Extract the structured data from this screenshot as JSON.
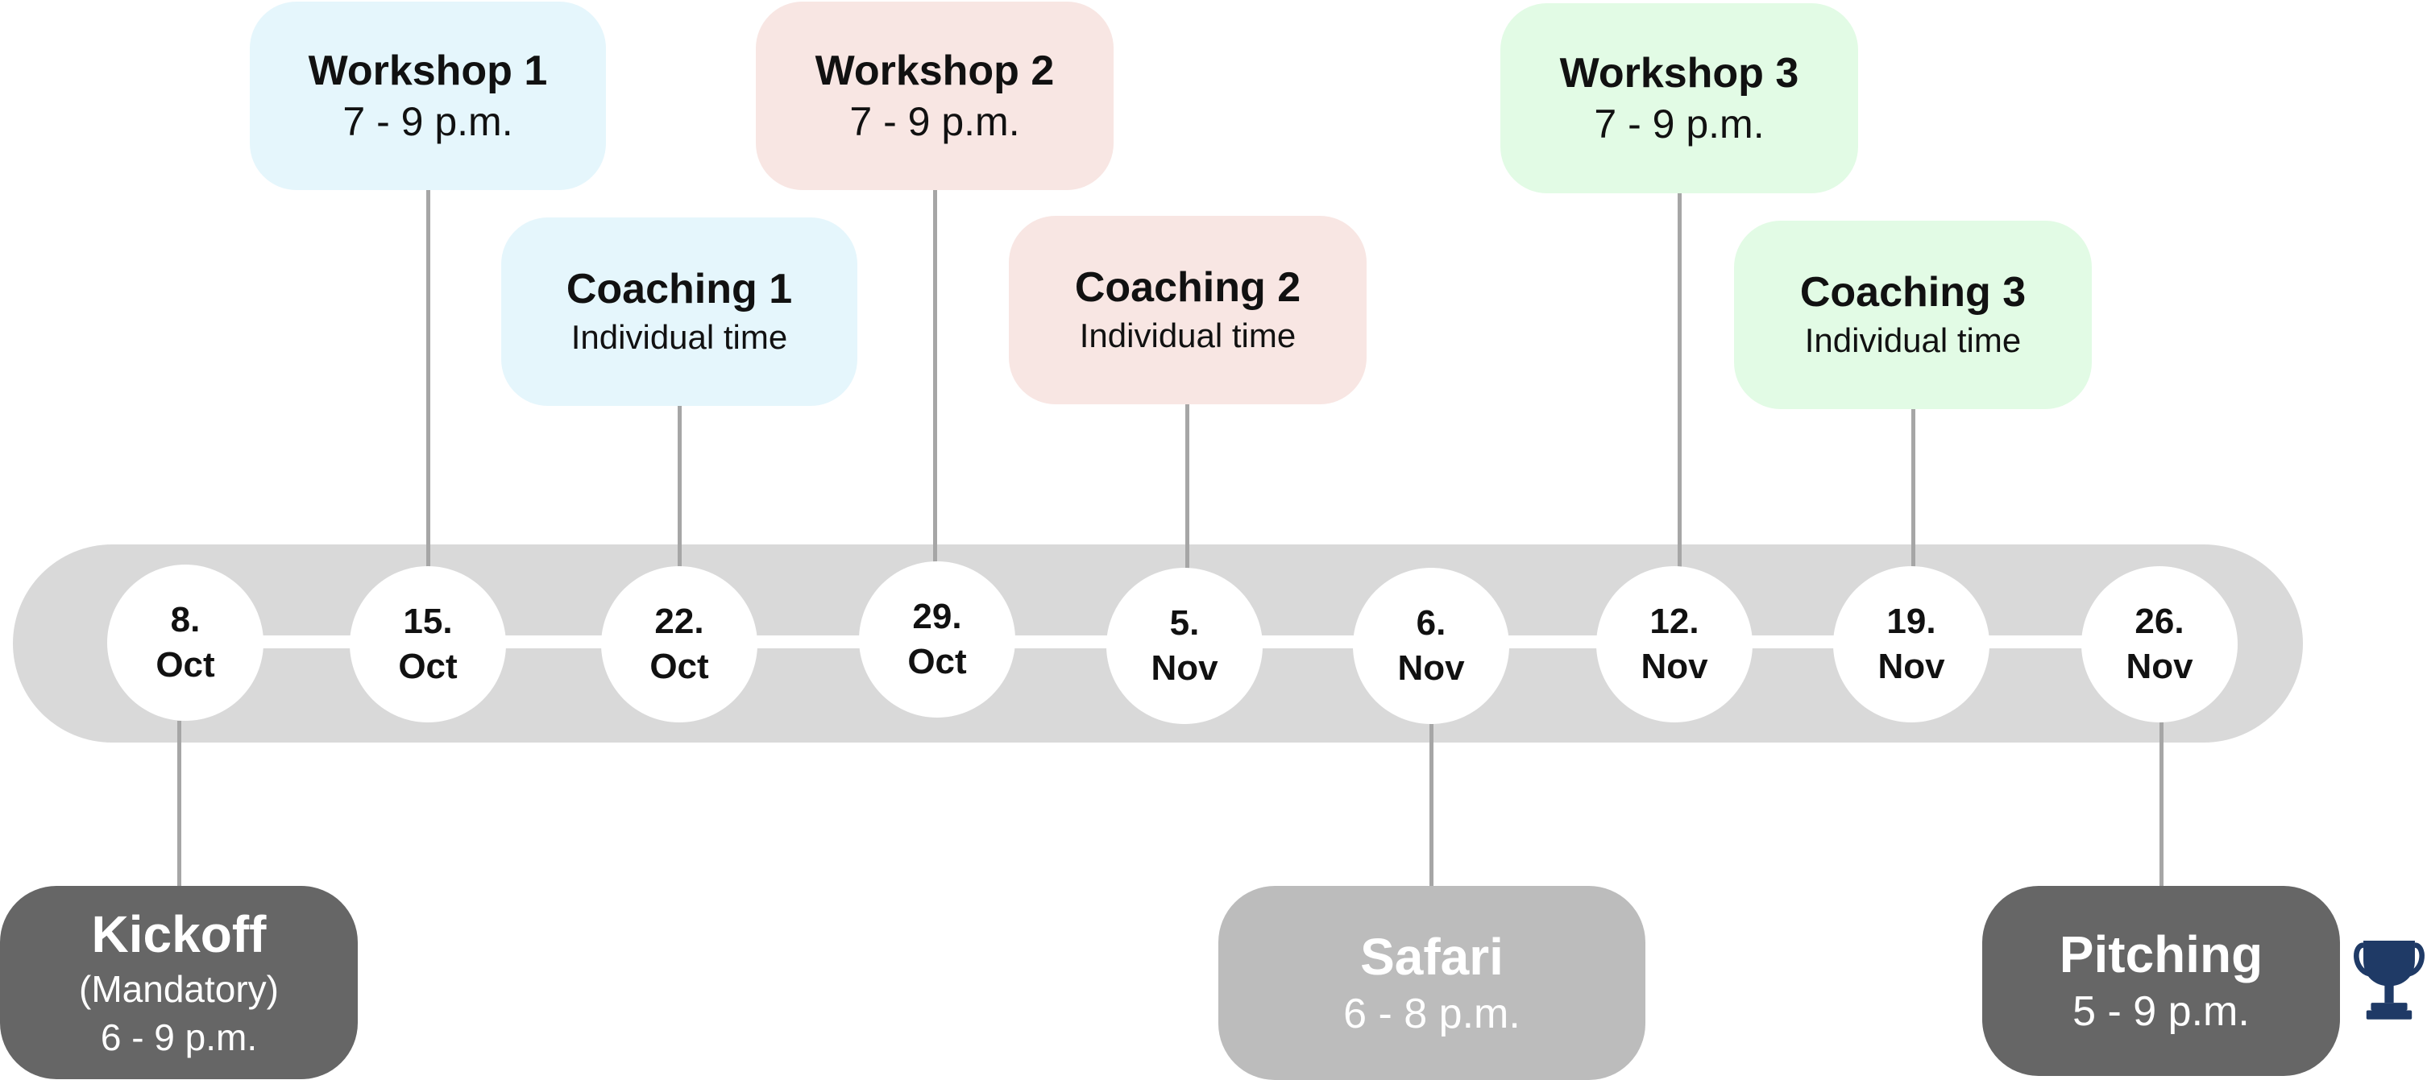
{
  "dates": [
    {
      "day": "8.",
      "month": "Oct"
    },
    {
      "day": "15.",
      "month": "Oct"
    },
    {
      "day": "22.",
      "month": "Oct"
    },
    {
      "day": "29.",
      "month": "Oct"
    },
    {
      "day": "5.",
      "month": "Nov"
    },
    {
      "day": "6.",
      "month": "Nov"
    },
    {
      "day": "12.",
      "month": "Nov"
    },
    {
      "day": "19.",
      "month": "Nov"
    },
    {
      "day": "26.",
      "month": "Nov"
    }
  ],
  "events": {
    "workshop_1": {
      "title": "Workshop 1",
      "subtitle": "7 - 9 p.m."
    },
    "coaching_1": {
      "title": "Coaching 1",
      "subtitle": "Individual time"
    },
    "workshop_2": {
      "title": "Workshop 2",
      "subtitle": "7 - 9 p.m."
    },
    "coaching_2": {
      "title": "Coaching 2",
      "subtitle": "Individual time"
    },
    "workshop_3": {
      "title": "Workshop 3",
      "subtitle": "7 - 9 p.m."
    },
    "coaching_3": {
      "title": "Coaching 3",
      "subtitle": "Individual time"
    },
    "kickoff": {
      "title": "Kickoff",
      "note": "(Mandatory)",
      "subtitle": "6 - 9 p.m."
    },
    "safari": {
      "title": "Safari",
      "subtitle": "6 - 8 p.m."
    },
    "pitching": {
      "title": "Pitching",
      "subtitle": "5 - 9 p.m."
    }
  },
  "icons": {
    "pitching": "trophy-icon"
  },
  "colors": {
    "workshop_1": "#e5f6fc",
    "workshop_2": "#f8e6e3",
    "workshop_3": "#e2fbe5",
    "milestone_dark": "#666666",
    "milestone_light": "#bcbcbc",
    "timeline_band": "#d9d9d9",
    "trophy": "#1f3a66"
  }
}
